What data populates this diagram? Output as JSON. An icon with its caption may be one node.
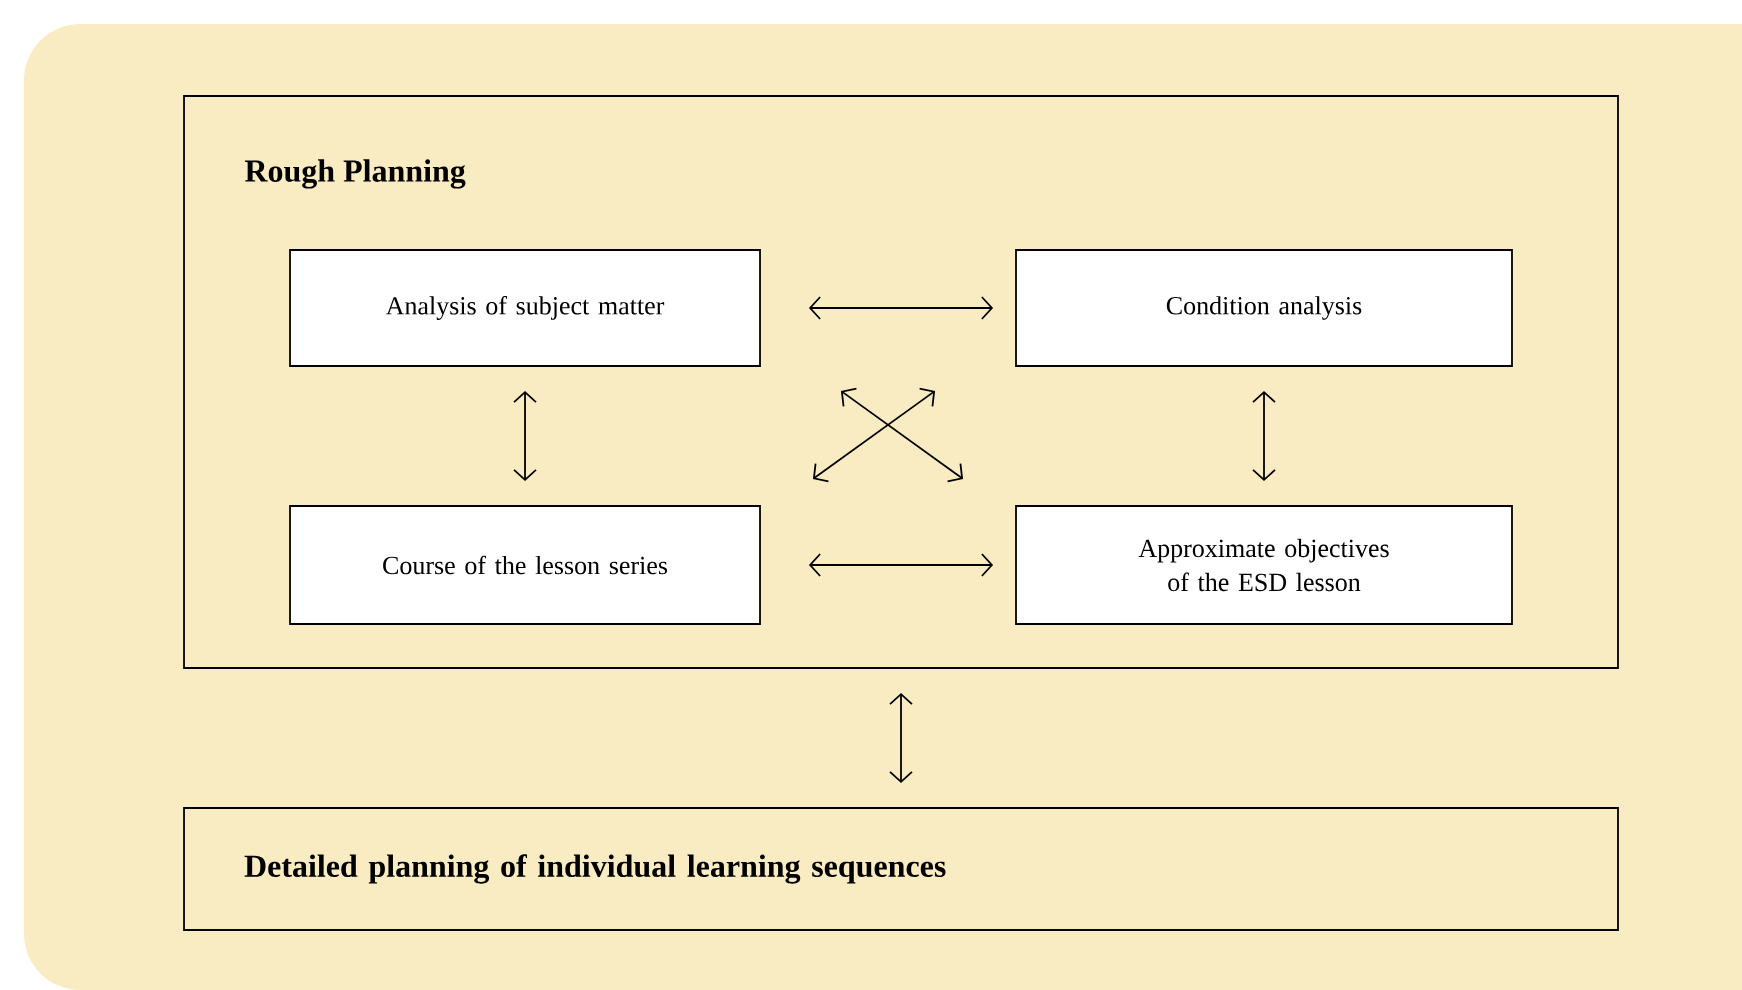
{
  "diagram": {
    "nodes": [
      {
        "text": [
          "Rough Planning"
        ]
      },
      {
        "text": [
          "Analysis of subject matter"
        ],
        "in": 0
      },
      {
        "text": [
          "Condition analysis"
        ],
        "in": 0
      },
      {
        "text": [
          "Course of the lesson series"
        ],
        "in": 0
      },
      {
        "text": [
          "Approximate objectives of the ESD lesson"
        ],
        "in": 0
      },
      {
        "text": [
          "Detailed planning of individual learning sequences"
        ]
      }
    ],
    "edges": [
      {
        "from": 1,
        "to": 2,
        "arrow": "both"
      },
      {
        "from": 1,
        "to": 3,
        "arrow": "both"
      },
      {
        "from": 2,
        "to": 4,
        "arrow": "both"
      },
      {
        "from": 1,
        "to": 4,
        "arrow": "both"
      },
      {
        "from": 2,
        "to": 3,
        "arrow": "both"
      },
      {
        "from": 3,
        "to": 4,
        "arrow": "both"
      },
      {
        "from": 0,
        "to": 5,
        "arrow": "both"
      }
    ]
  }
}
